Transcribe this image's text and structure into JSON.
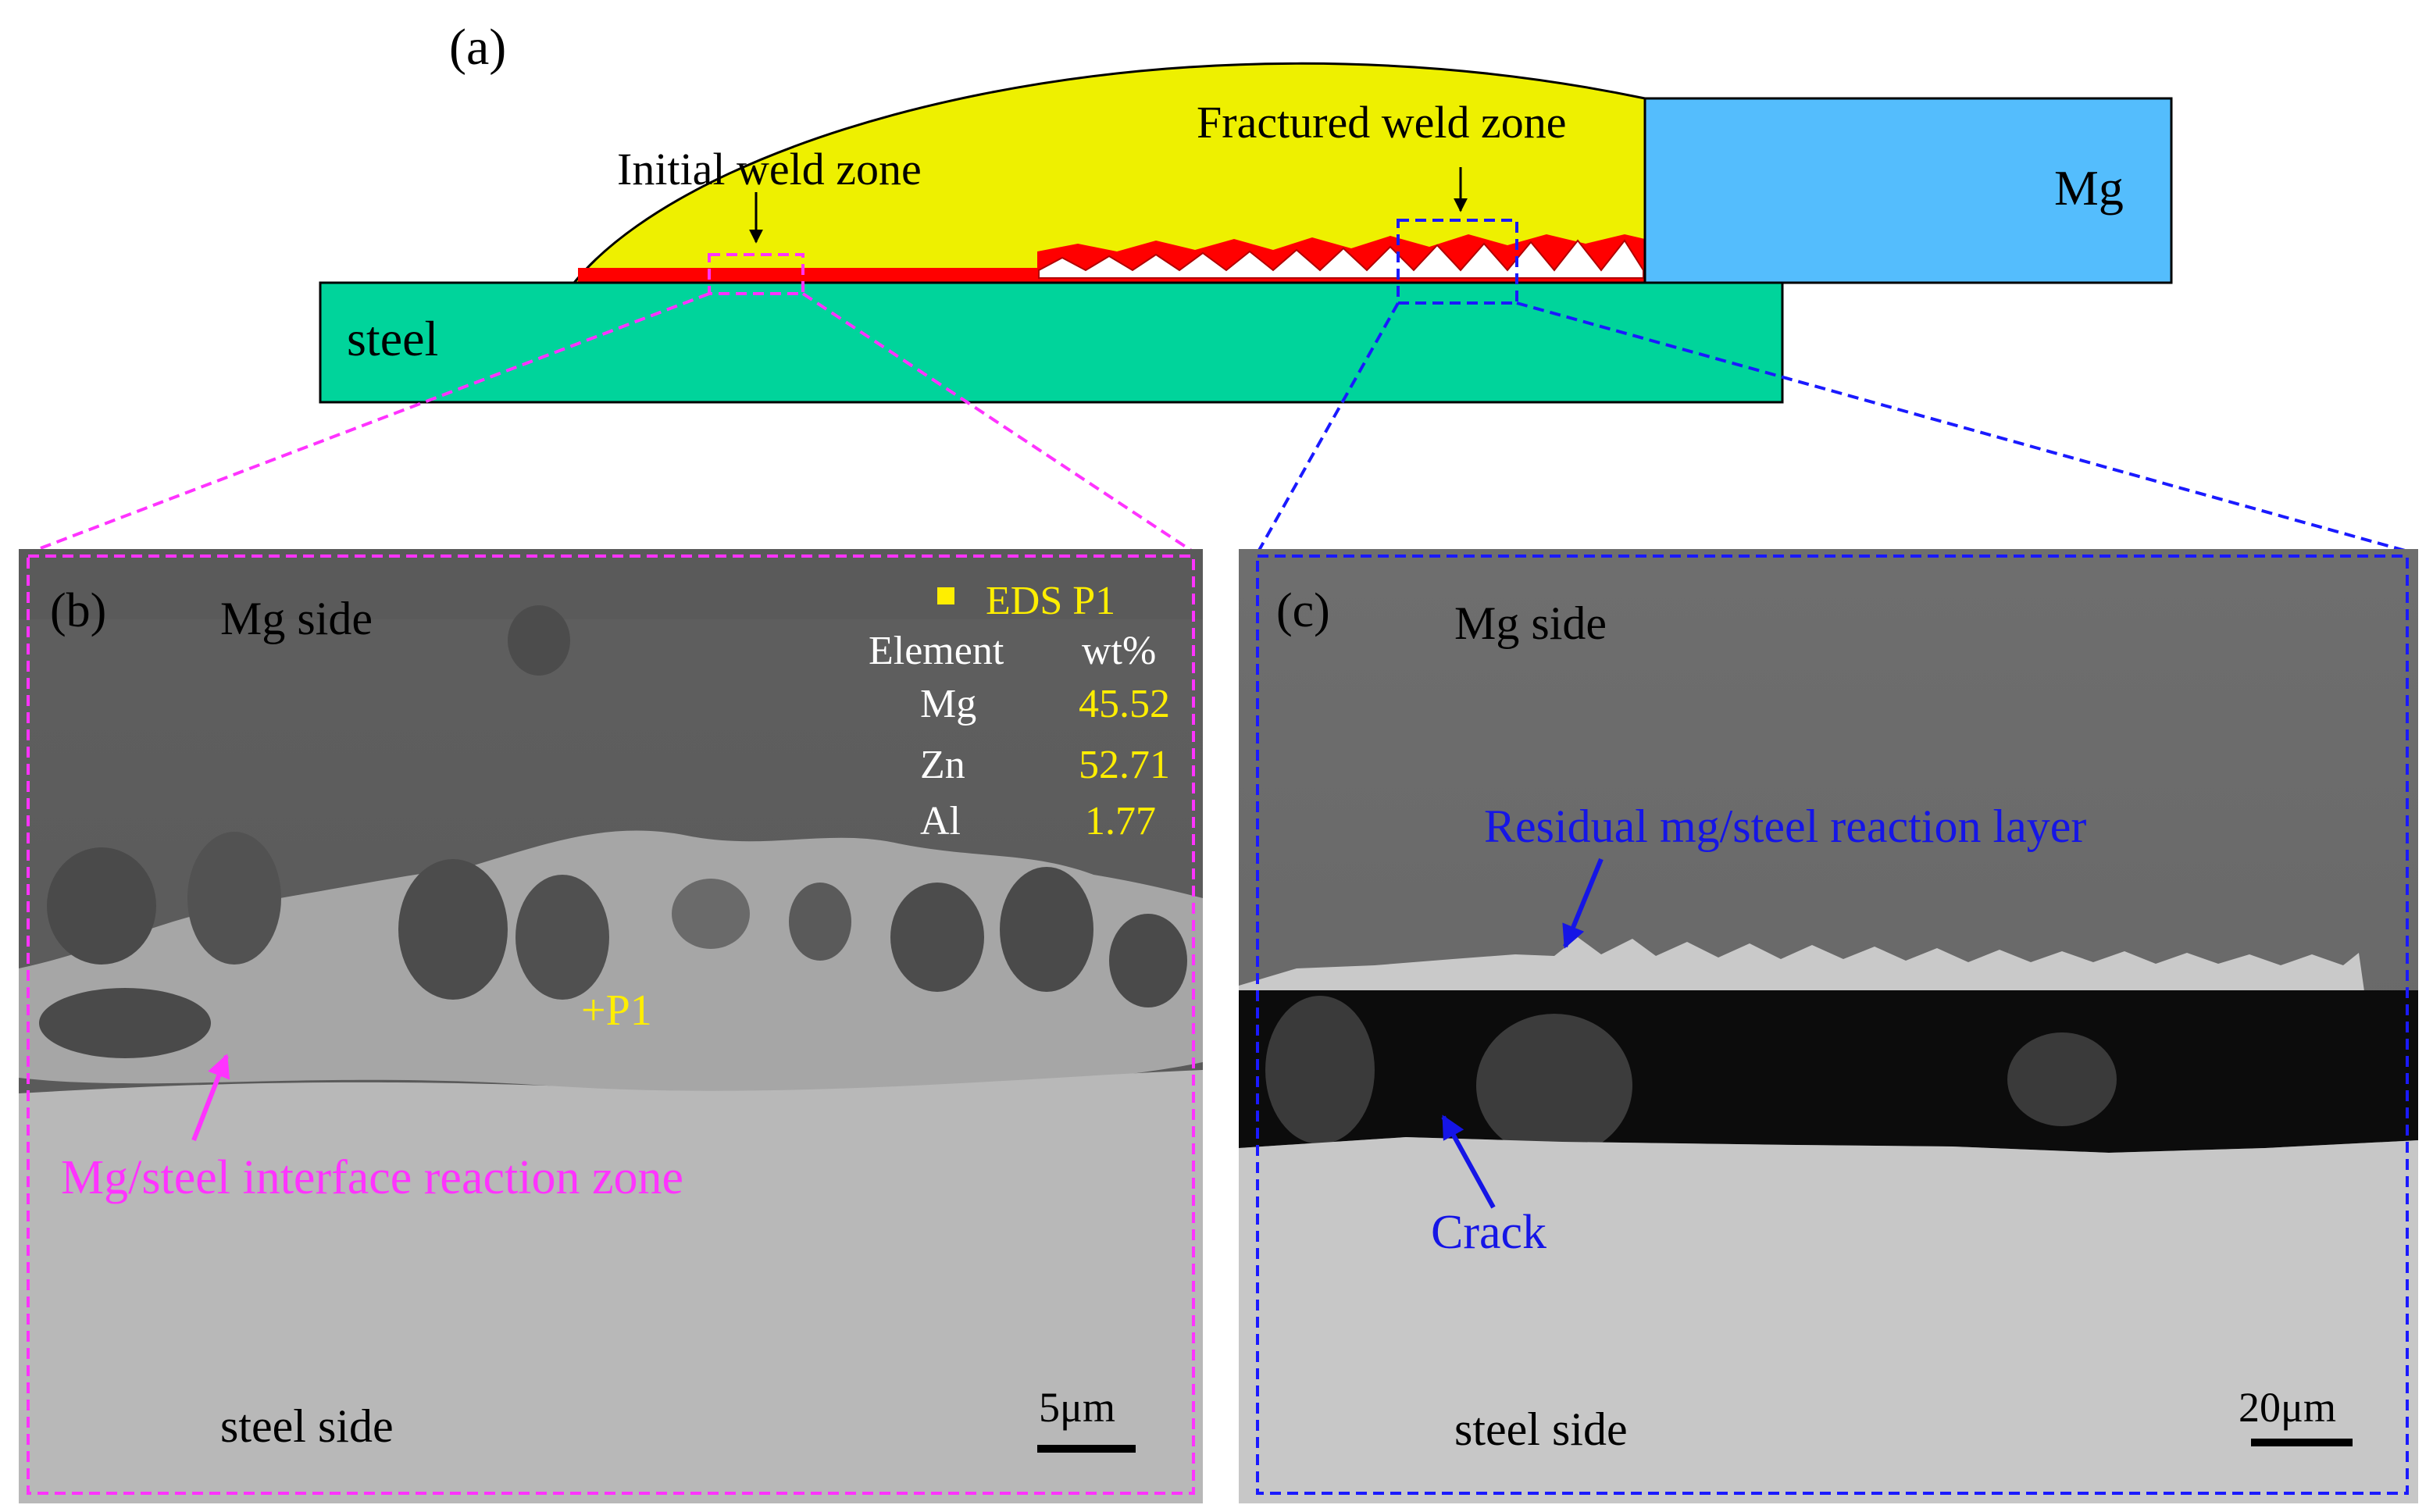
{
  "panel_a": {
    "label": "(a)",
    "initial_weld_zone": "Initial weld zone",
    "fractured_weld_zone": "Fractured weld zone",
    "mg": "Mg",
    "steel": "steel"
  },
  "panel_b": {
    "label": "(b)",
    "mg_side": "Mg side",
    "steel_side": "steel side",
    "eds_title": "EDS P1",
    "table_header_element": "Element",
    "table_header_wt": "wt%",
    "rows": [
      {
        "element": "Mg",
        "wt": "45.52"
      },
      {
        "element": "Zn",
        "wt": "52.71"
      },
      {
        "element": "Al",
        "wt": "1.77"
      }
    ],
    "point_label": "+P1",
    "annotation": "Mg/steel interface reaction zone",
    "scale_bar": "5μm"
  },
  "panel_c": {
    "label": "(c)",
    "mg_side": "Mg side",
    "steel_side": "steel side",
    "annotation_layer": "Residual mg/steel reaction layer",
    "annotation_crack": "Crack",
    "scale_bar": "20μm"
  },
  "colors": {
    "weld_yellow": "#eef000",
    "mg_blue": "#54bdfd",
    "steel_green": "#00d49b",
    "reaction_red": "#ff0000",
    "magenta": "#ff33ff",
    "blue_dash": "#1a1aff",
    "eds_yellow": "#ffee00",
    "annotation_blue": "#1515e6"
  }
}
